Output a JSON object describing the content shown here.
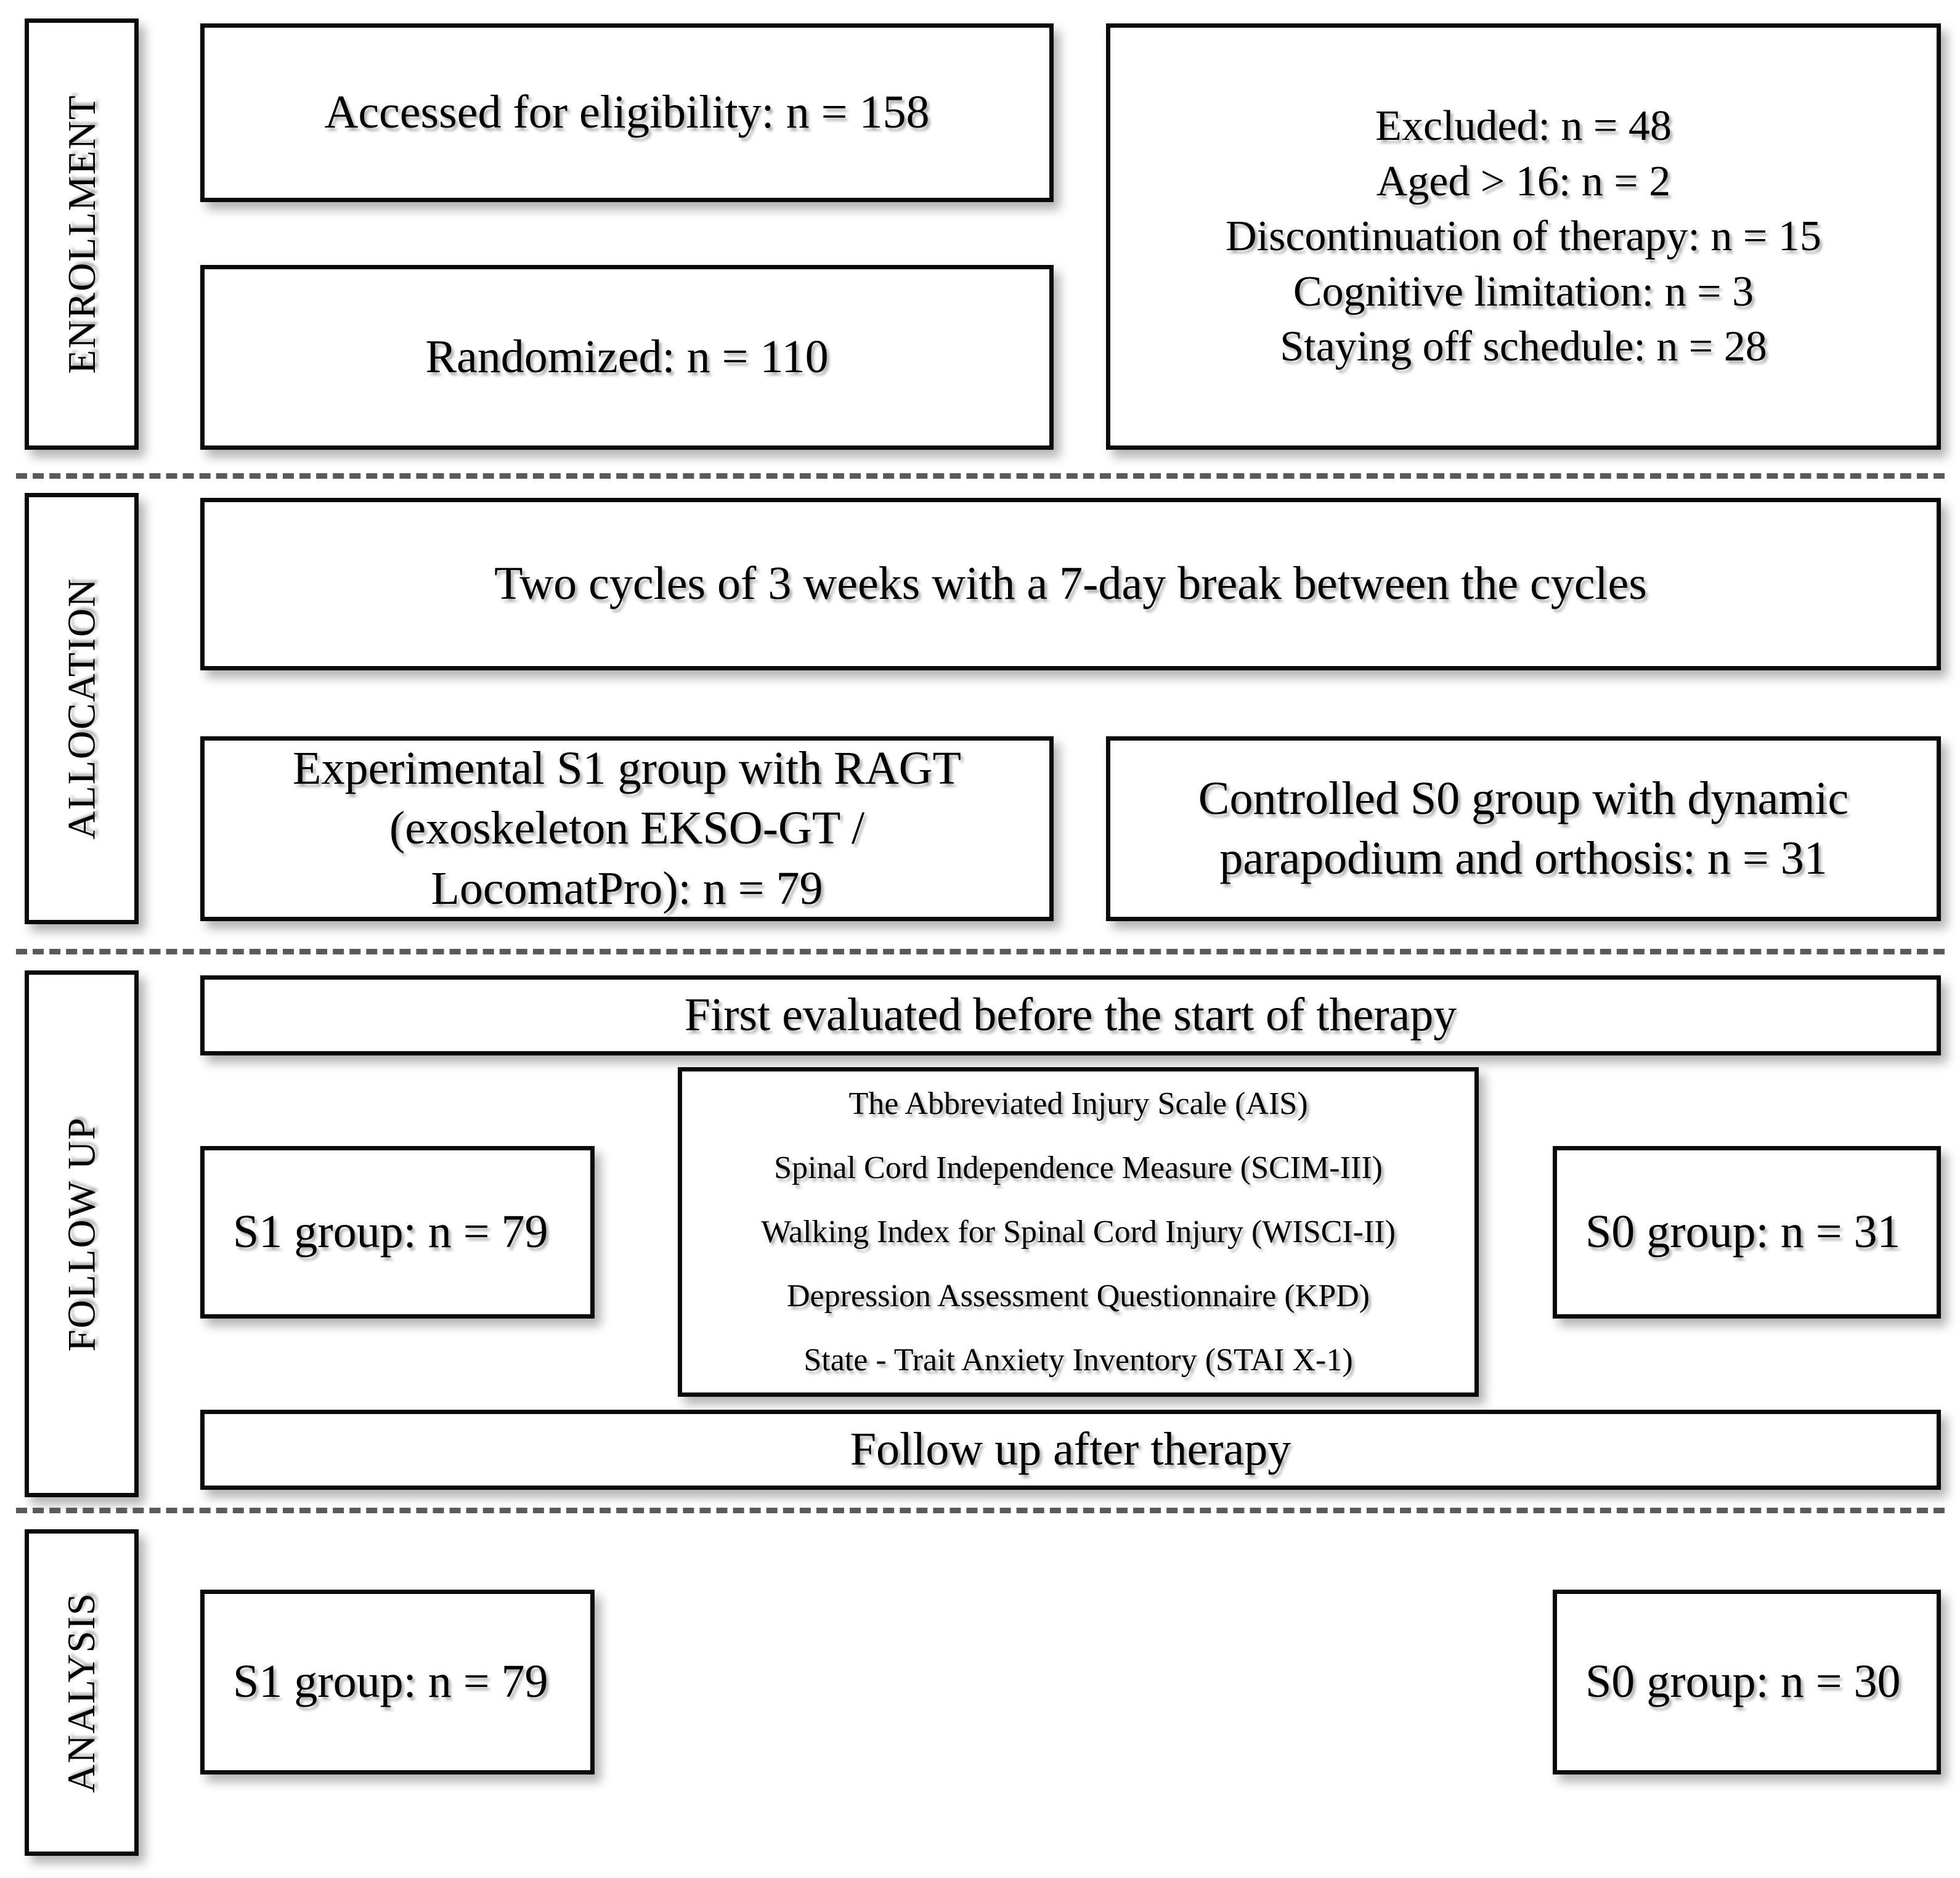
{
  "diagram": {
    "title": "CONSORT participant flow diagram",
    "stages": [
      {
        "id": "enrollment",
        "label": "ENROLLMENT"
      },
      {
        "id": "allocation",
        "label": "ALLOCATION"
      },
      {
        "id": "follow_up",
        "label": "FOLLOW UP"
      },
      {
        "id": "analysis",
        "label": "ANALYSIS"
      }
    ],
    "enrollment": {
      "assessed": "Accessed for eligibility: n = 158",
      "randomized": "Randomized: n = 110",
      "excluded": {
        "total": "Excluded: n = 48",
        "reasons": [
          "Aged > 16: n = 2",
          "Discontinuation of therapy: n = 15",
          "Cognitive limitation: n = 3",
          "Staying off schedule: n = 28"
        ]
      }
    },
    "allocation": {
      "protocol": "Two cycles of 3 weeks with a 7-day break between the cycles",
      "experimental": {
        "line1": "Experimental S1 group with RAGT",
        "line2": "(exoskeleton EKSO-GT /",
        "line3": "LocomatPro): n = 79"
      },
      "control": {
        "line1": "Controlled S0 group with dynamic",
        "line2": "parapodium and orthosis: n = 31"
      }
    },
    "follow_up": {
      "first_evaluation": "First evaluated before the start of therapy",
      "group_s1": "S1 group: n = 79",
      "group_s0": "S0 group: n = 31",
      "assessments": [
        "The Abbreviated Injury Scale (AIS)",
        "Spinal Cord Independence Measure (SCIM-III)",
        "Walking Index for Spinal Cord Injury (WISCI-II)",
        "Depression Assessment Questionnaire (KPD)",
        "State - Trait Anxiety Inventory (STAI X-1)"
      ],
      "after_therapy": "Follow up after therapy"
    },
    "analysis": {
      "group_s1": "S1 group: n = 79",
      "group_s0": "S0 group: n = 30"
    },
    "colors": {
      "border": "#0a0a0a",
      "background": "#ffffff",
      "divider": "#5a5a5a",
      "text": "#000000"
    }
  }
}
